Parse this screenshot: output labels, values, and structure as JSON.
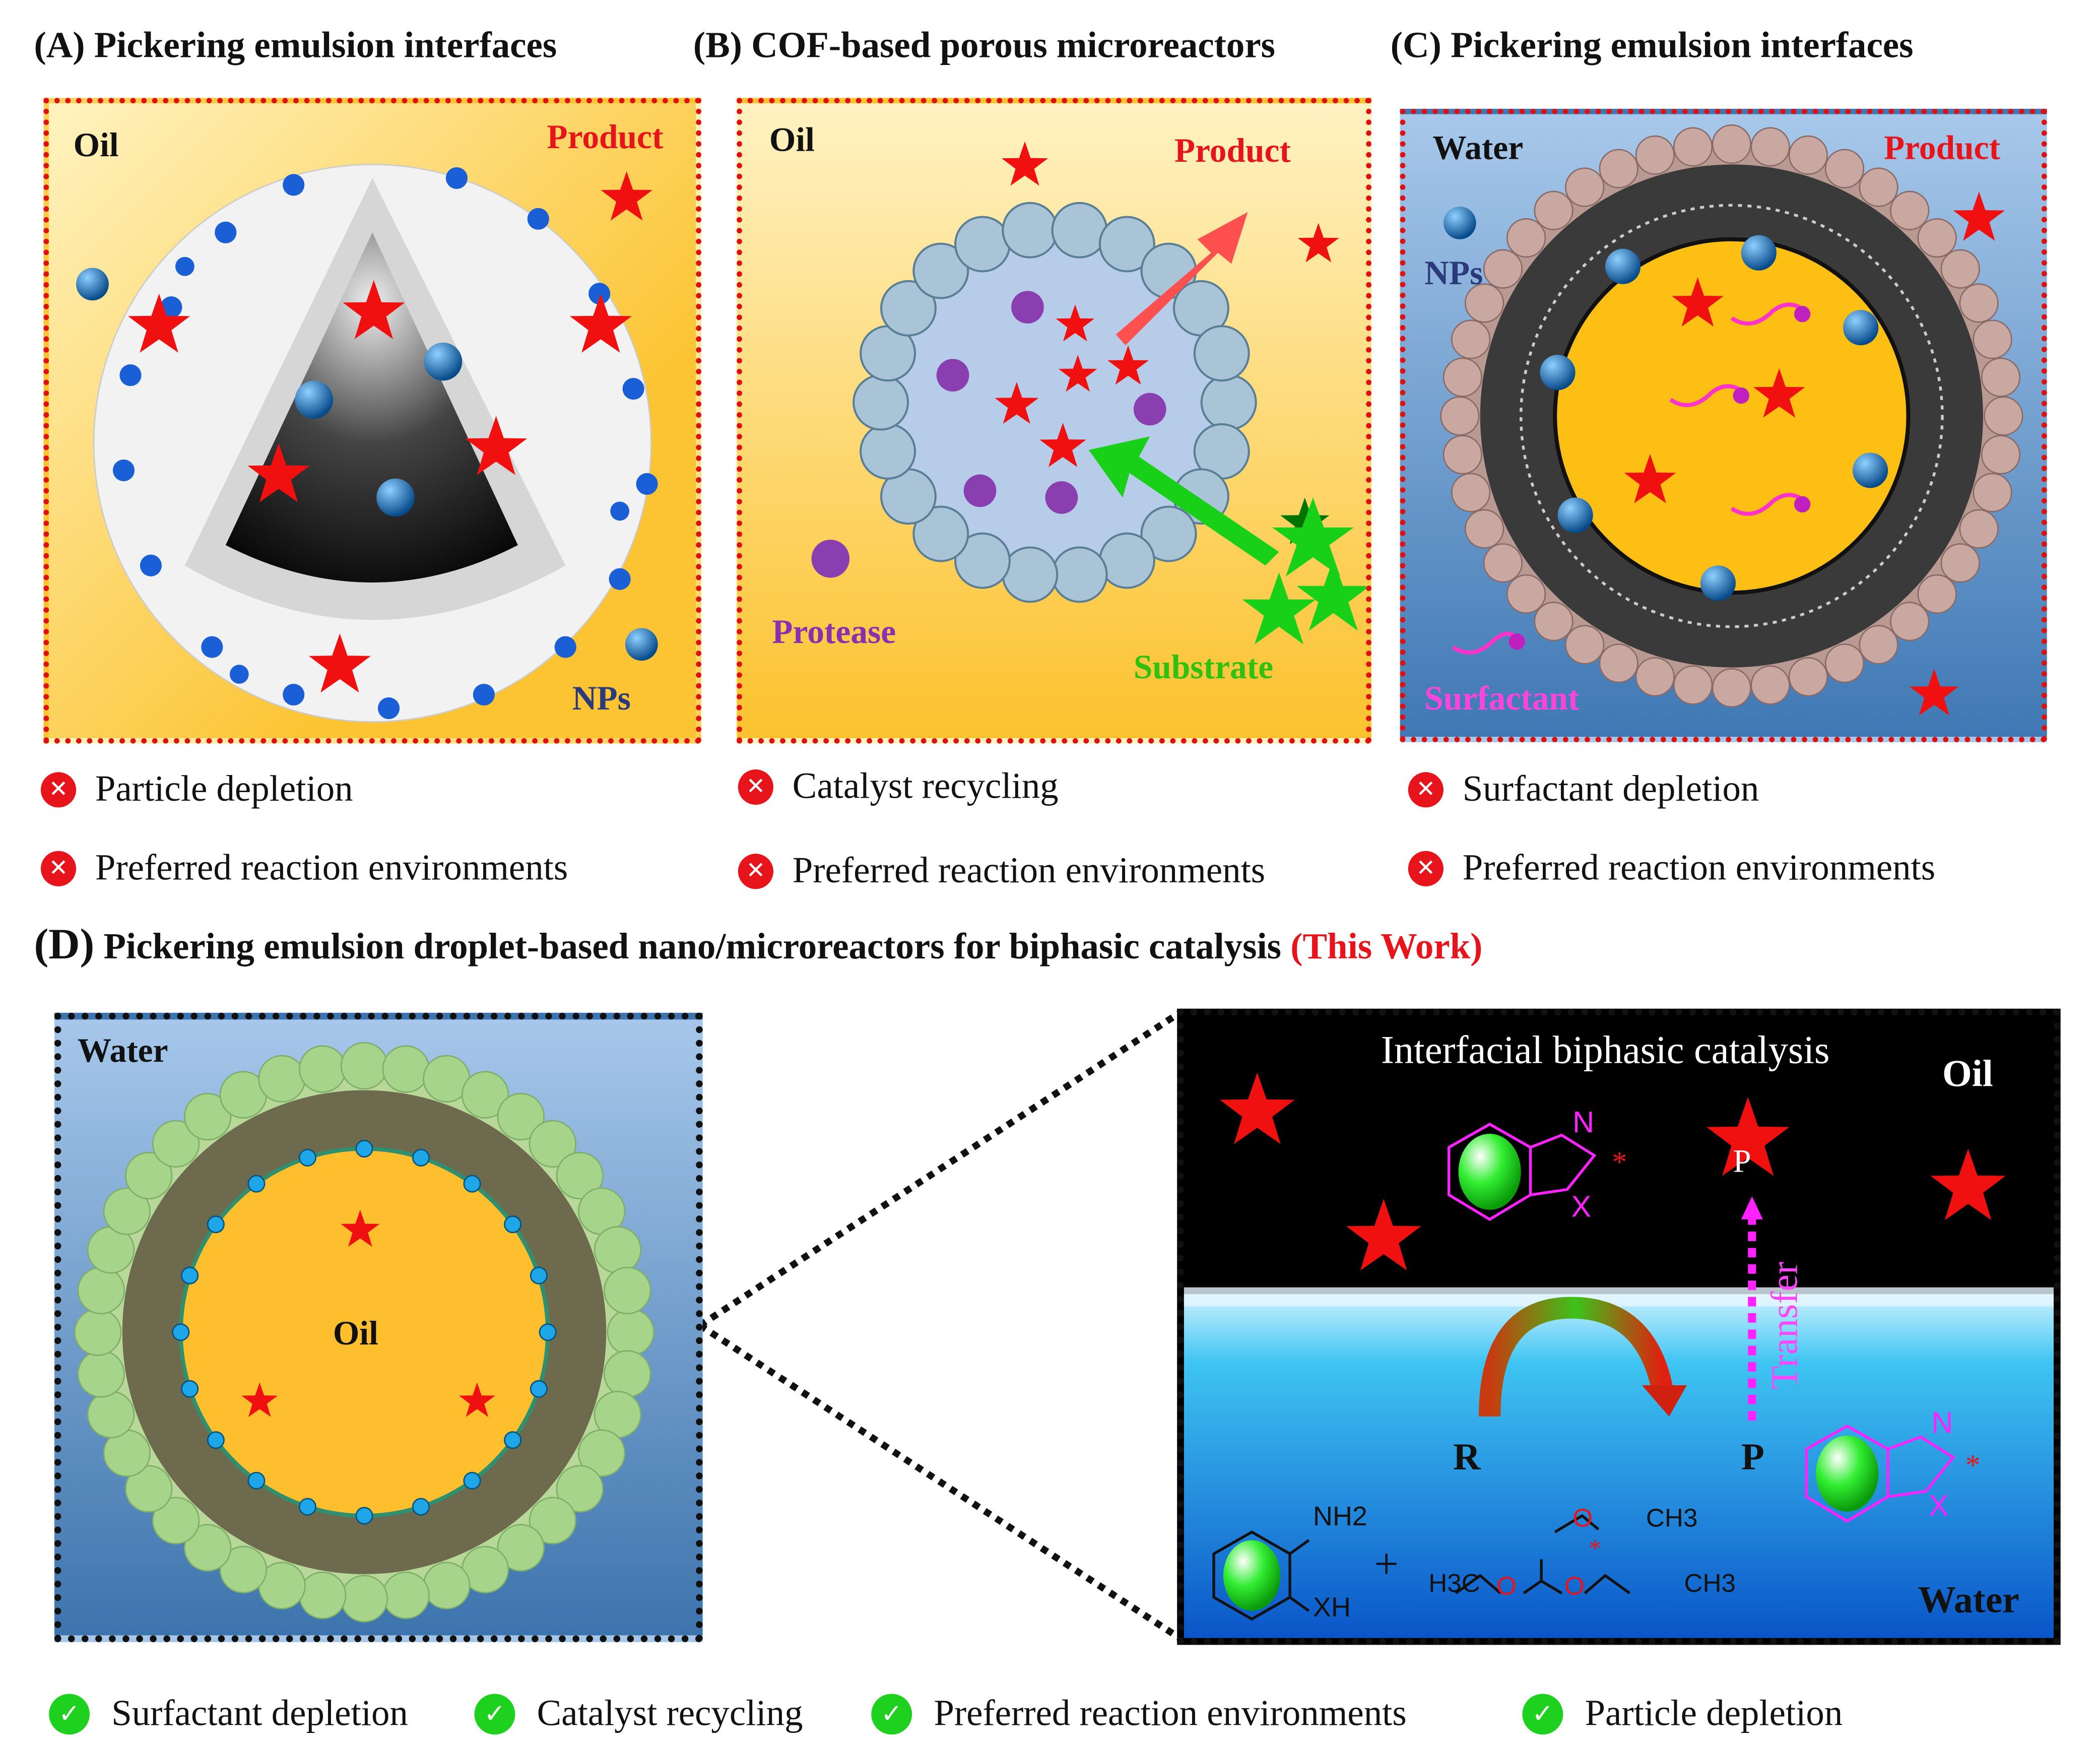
{
  "panels": {
    "a": {
      "title": "(A) Pickering emulsion interfaces",
      "phase": "Oil",
      "product": "Product",
      "nps": "NPs",
      "items": [
        "Particle depletion",
        "Preferred reaction environments"
      ]
    },
    "b": {
      "title": "(B)  COF-based porous microreactors",
      "phase": "Oil",
      "product": "Product",
      "protease": "Protease",
      "substrate": "Substrate",
      "items": [
        "Catalyst recycling",
        "Preferred reaction environments"
      ]
    },
    "c": {
      "title": "(C) Pickering emulsion interfaces",
      "phase": "Water",
      "product": "Product",
      "nps": "NPs",
      "surfactant": "Surfactant",
      "items": [
        "Surfactant depletion",
        "Preferred reaction environments"
      ]
    },
    "d": {
      "title_prefix": "(D)",
      "title": "Pickering emulsion droplet-based nano/microreactors for biphasic catalysis",
      "title_highlight": "(This Work)",
      "left_phase": "Water",
      "inner_phase": "Oil",
      "right": {
        "heading": "Interfacial biphasic catalysis",
        "oil": "Oil",
        "water": "Water",
        "transfer": "Transfer",
        "r": "R",
        "p": "P",
        "star_p": "P",
        "n": "N",
        "x": "X",
        "asterisk": "*",
        "nh2": "NH2",
        "xh": "XH",
        "plus": "+",
        "h3c": "H3C",
        "ch3": "CH3",
        "o": "O"
      },
      "items": [
        "Surfactant depletion",
        "Catalyst recycling",
        "Preferred reaction environments",
        "Particle depletion"
      ]
    }
  },
  "colors": {
    "red": "#e8141c",
    "green": "#1fd11f",
    "magenta": "#ff22ff",
    "oil_yellow": "#fcc23a",
    "water_blue": "#4a86c4"
  }
}
